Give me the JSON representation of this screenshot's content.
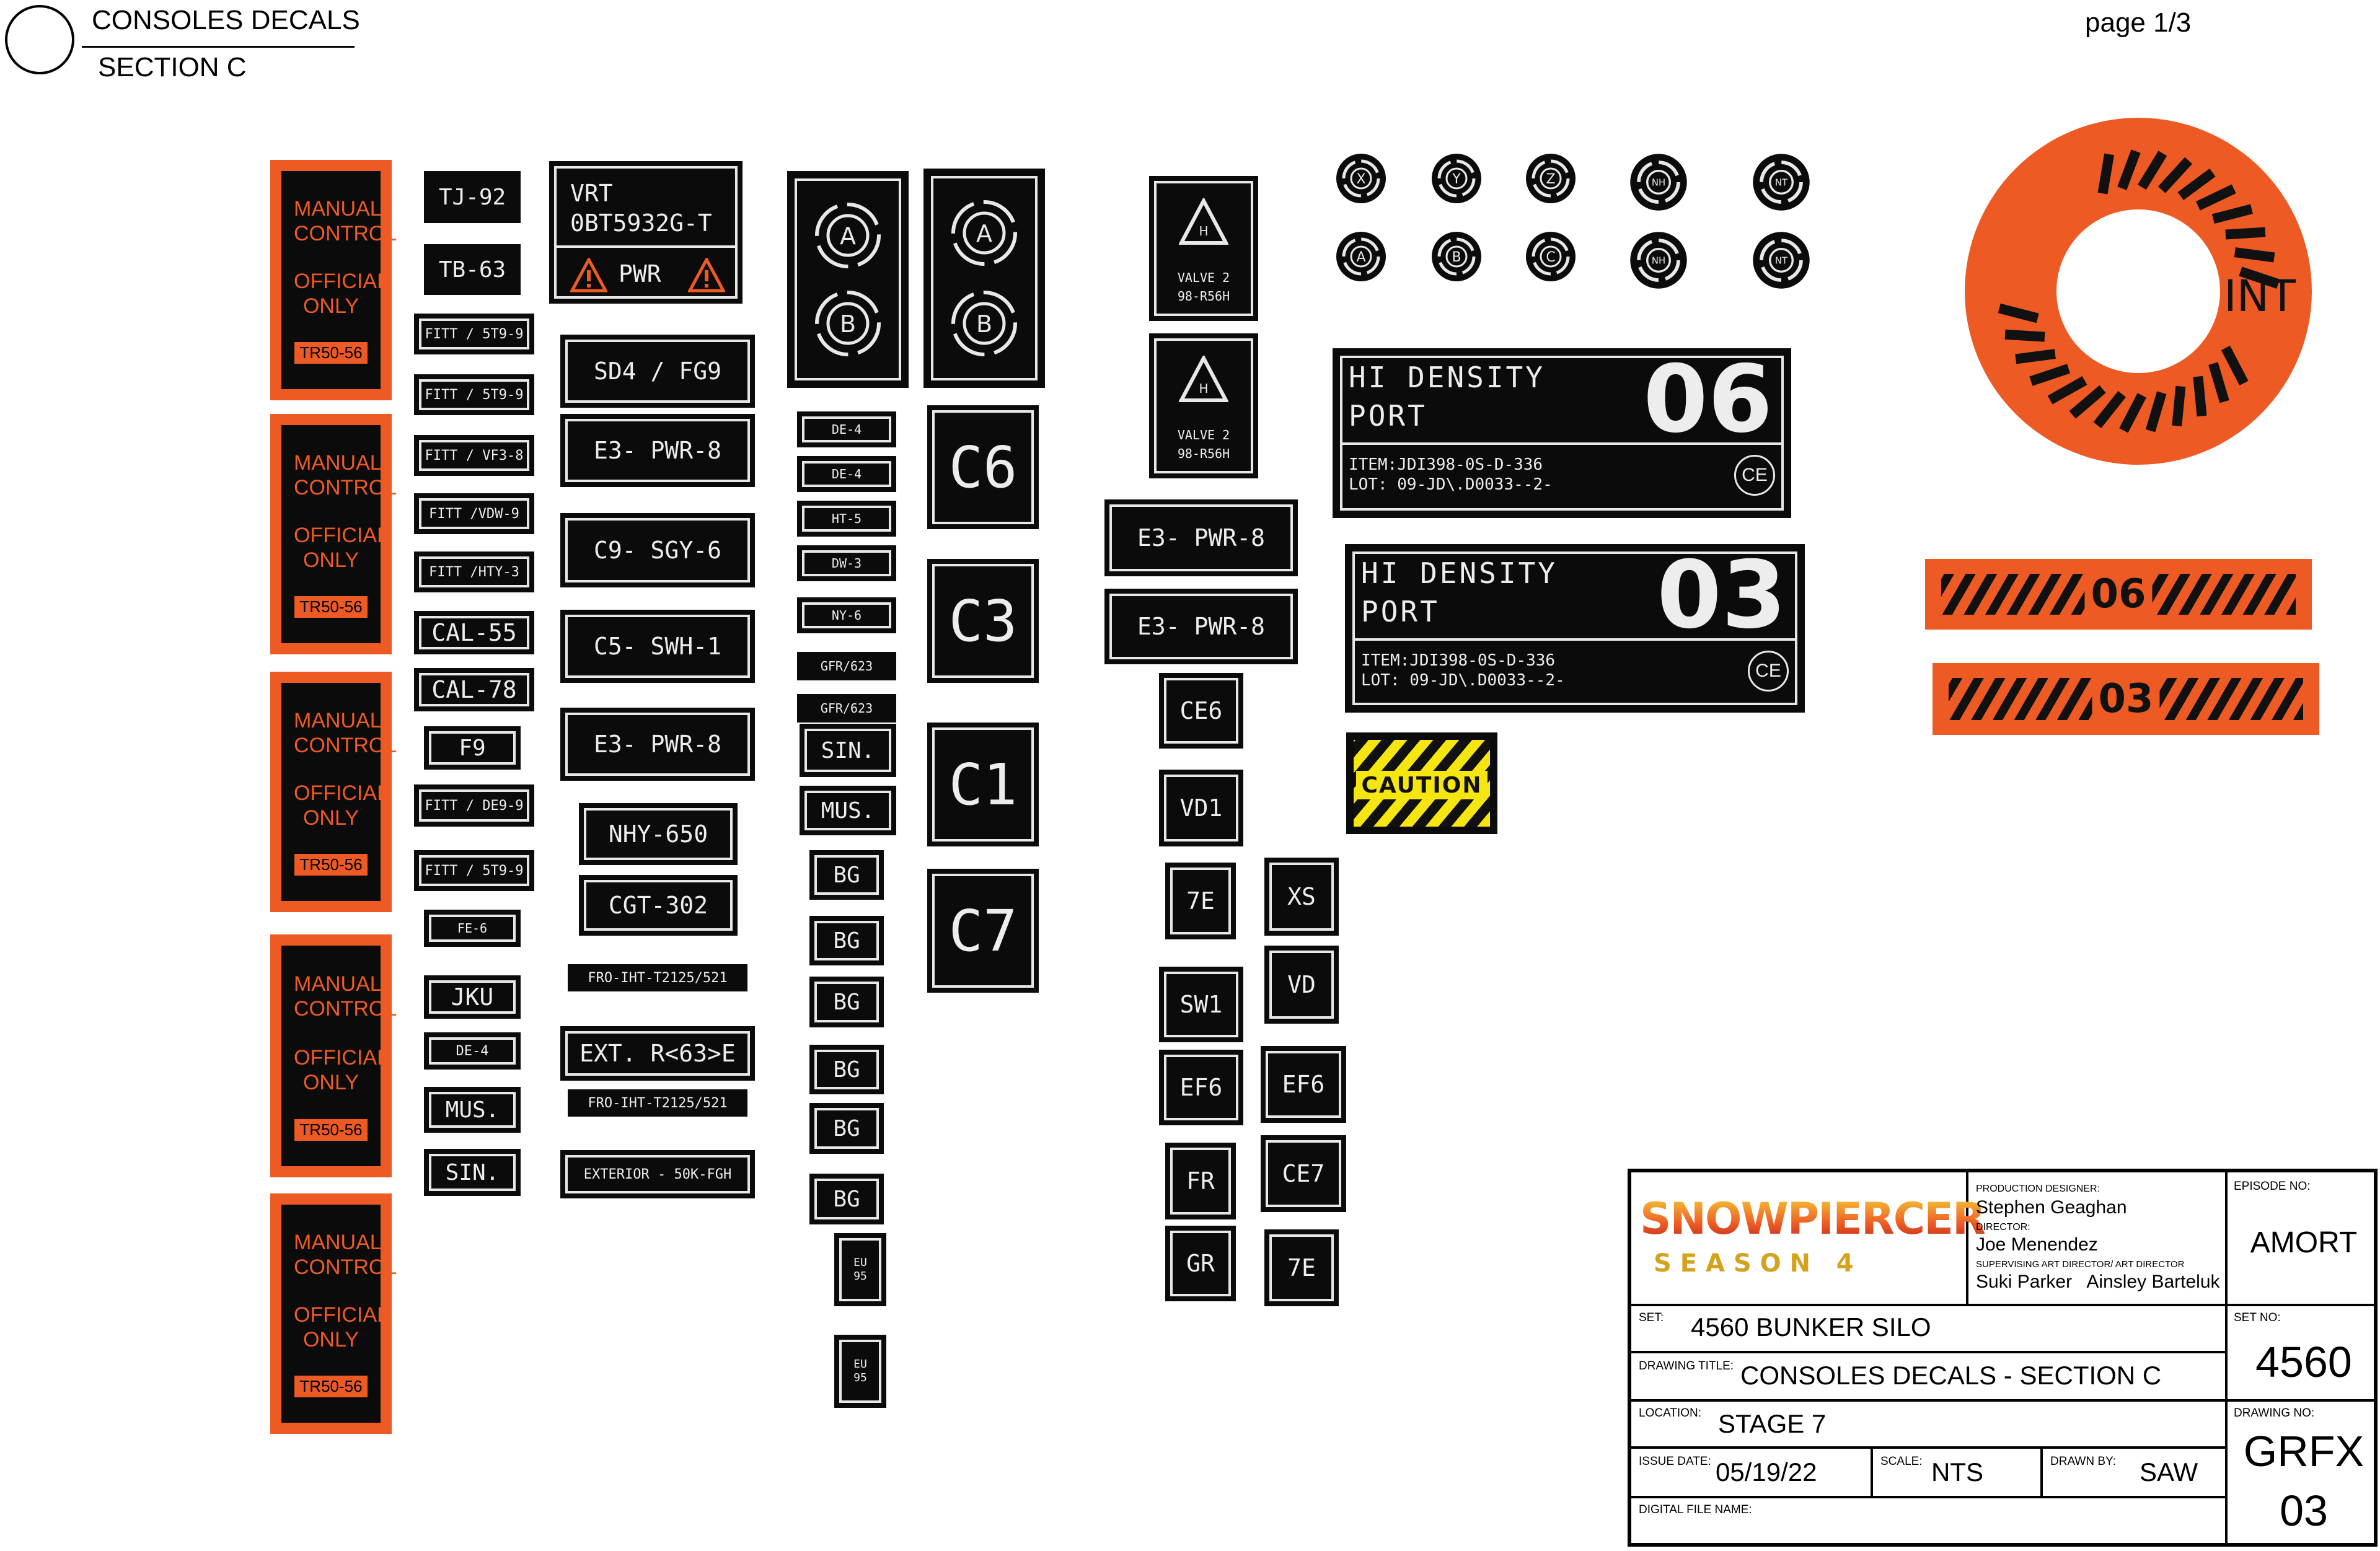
{
  "header": {
    "title": "CONSOLES DECALS",
    "section": "SECTION C",
    "page": "page 1/3"
  },
  "manual_panels": [
    {
      "top": "MANUAL CONTROL",
      "mid": "OFFICIAL ONLY",
      "tag": "TR50-56"
    },
    {
      "top": "MANUAL CONTROL",
      "mid": "OFFICIAL ONLY",
      "tag": "TR50-56"
    },
    {
      "top": "MANUAL CONTROL",
      "mid": "OFFICIAL ONLY",
      "tag": "TR50-56"
    },
    {
      "top": "MANUAL CONTROL",
      "mid": "OFFICIAL ONLY",
      "tag": "TR50-56"
    },
    {
      "top": "MANUAL CONTROL",
      "mid": "OFFICIAL ONLY",
      "tag": "TR50-56"
    }
  ],
  "col2": [
    "TJ-92",
    "TB-63",
    "FITT / 5T9-9",
    "FITT / 5T9-9",
    "FITT / VF3-8",
    "FITT /VDW-9",
    "FITT /HTY-3",
    "CAL-55",
    "CAL-78",
    "F9",
    "FITT / DE9-9",
    "FITT / 5T9-9",
    "FE-6",
    "JKU",
    "DE-4",
    "MUS.",
    "SIN."
  ],
  "vrt": {
    "line1": "VRT",
    "line2": "0BT5932G-T",
    "pwr": "PWR"
  },
  "col3": [
    "SD4 / FG9",
    "E3- PWR-8",
    "C9- SGY-6",
    "C5- SWH-1",
    "E3- PWR-8",
    "NHY-650",
    "CGT-302",
    "FRO-IHT-T2125/521",
    "EXT. R<63>E",
    "FRO-IHT-T2125/521",
    "EXTERIOR - 50K-FGH"
  ],
  "ab": {
    "a": "A",
    "b": "B"
  },
  "col4": [
    "DE-4",
    "DE-4",
    "HT-5",
    "DW-3",
    "NY-6",
    "GFR/623",
    "GFR/623",
    "SIN.",
    "MUS.",
    "BG",
    "BG",
    "BG",
    "BG",
    "BG",
    "BG",
    "EU 95",
    "EU 95"
  ],
  "big_c": [
    "C6",
    "C3",
    "C1",
    "C7"
  ],
  "valves": [
    {
      "label": "VALVE 2",
      "code": "98-R56H",
      "glyph": "H"
    },
    {
      "label": "VALVE 2",
      "code": "98-R56H",
      "glyph": "H"
    }
  ],
  "col6": [
    "E3- PWR-8",
    "E3- PWR-8",
    "CE6",
    "VD1",
    "7E",
    "SW1",
    "EF6",
    "FR",
    "GR"
  ],
  "col7": [
    "XS",
    "VD",
    "EF6",
    "CE7",
    "7E"
  ],
  "roundels": [
    "X",
    "Y",
    "Z",
    "NH",
    "NT",
    "A",
    "B",
    "C",
    "NH",
    "NT"
  ],
  "hi_density": [
    {
      "line1": "HI DENSITY",
      "line2": "PORT",
      "num": "06",
      "item": "ITEM:JDI398-0S-D-336",
      "lot": "LOT: 09-JD\\.D0033--2-",
      "mark": "CE"
    },
    {
      "line1": "HI DENSITY",
      "line2": "PORT",
      "num": "03",
      "item": "ITEM:JDI398-0S-D-336",
      "lot": "LOT: 09-JD\\.D0033--2-",
      "mark": "CE"
    }
  ],
  "caution": "CAUTION",
  "dial": {
    "label": "INT"
  },
  "stripe_bars": [
    "06",
    "03"
  ],
  "colors": {
    "orange": "#ee5a24",
    "black": "#0b0b0b",
    "caution_yellow": "#f5e611"
  },
  "title_block": {
    "logo": "SNOWPIERCER",
    "season": "S E A S O N   4",
    "pd_label": "PRODUCTION DESIGNER:",
    "pd": "Stephen Geaghan",
    "dir_label": "DIRECTOR:",
    "dir": "Joe Menendez",
    "sad_label": "SUPERVISING ART DIRECTOR/ ART DIRECTOR",
    "sad": "Suki Parker   Ainsley Barteluk",
    "ep_label": "EPISODE NO:",
    "ep": "AMORT",
    "set_label": "SET:",
    "set": "4560 BUNKER SILO",
    "setno_label": "SET NO:",
    "setno": "4560",
    "dt_label": "DRAWING TITLE:",
    "dt": "CONSOLES DECALS - SECTION C",
    "loc_label": "LOCATION:",
    "loc": "STAGE 7",
    "dno_label": "DRAWING NO:",
    "dno1": "GRFX",
    "dno2": "03",
    "issue_label": "ISSUE DATE:",
    "issue": "05/19/22",
    "scale_label": "SCALE:",
    "scale": "NTS",
    "drawn_label": "DRAWN BY:",
    "drawn": "SAW",
    "file_label": "DIGITAL FILE NAME:"
  }
}
